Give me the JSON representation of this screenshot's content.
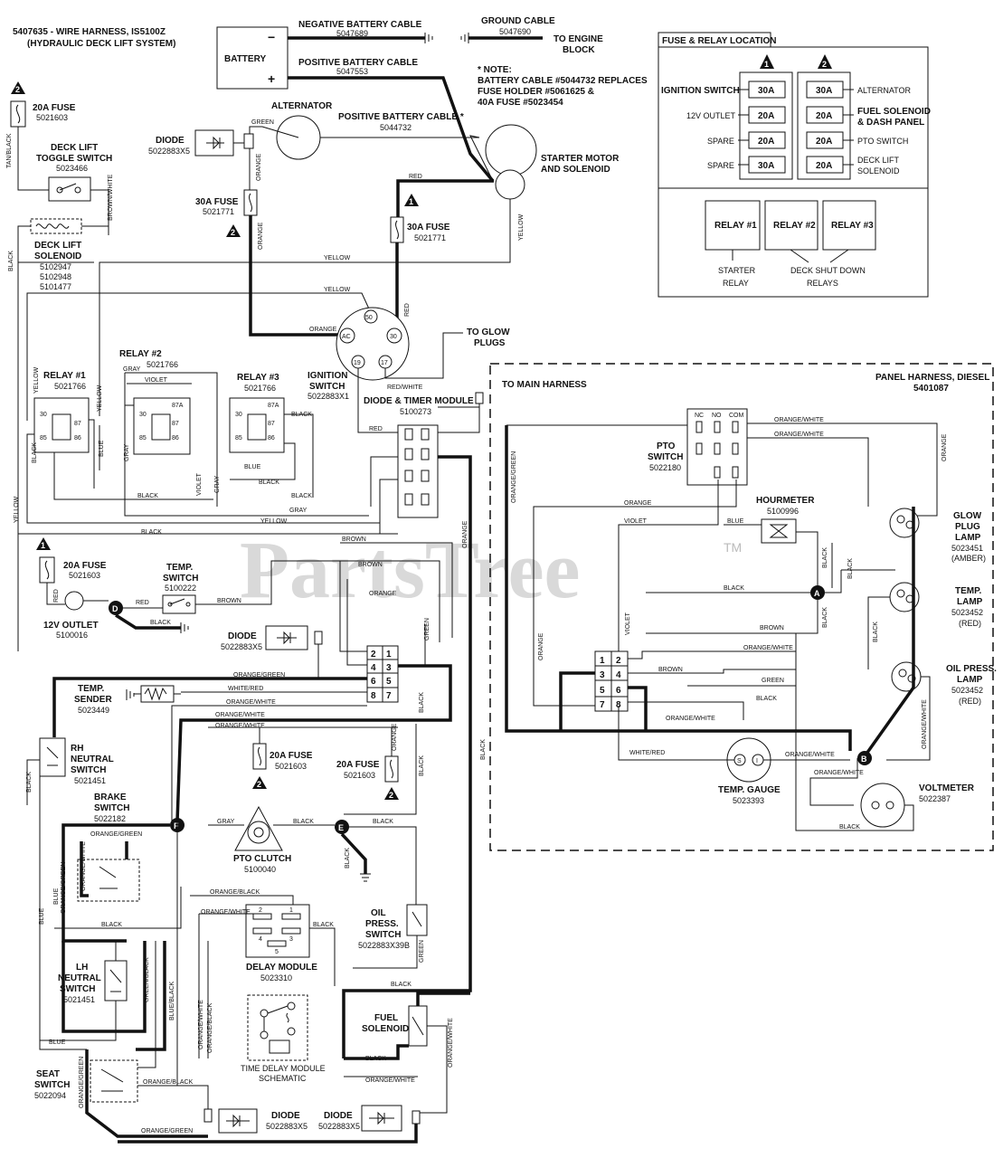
{
  "watermark": {
    "text": "PartsTree",
    "mark": "TM"
  },
  "header": {
    "title_line1": "5407635 - WIRE HARNESS, IS5100Z",
    "title_line2": "(HYDRAULIC DECK LIFT SYSTEM)"
  },
  "battery": {
    "label": "BATTERY",
    "minus": "−",
    "plus": "+"
  },
  "cables": [
    {
      "label": "NEGATIVE BATTERY CABLE",
      "part": "5047689"
    },
    {
      "label": "GROUND CABLE",
      "part": "5047690"
    },
    {
      "label": "POSITIVE BATTERY CABLE",
      "part": "5047553"
    },
    {
      "label": "POSITIVE BATTERY CABLE *",
      "part": "5044732"
    }
  ],
  "engine_block": "TO ENGINE BLOCK",
  "note": [
    "* NOTE:",
    "BATTERY CABLE #5044732 REPLACES",
    "FUSE HOLDER #5061625 &",
    "40A FUSE #5023454"
  ],
  "fuse_relay": {
    "title": "FUSE & RELAY LOCATION",
    "marker1": "1",
    "marker2": "2",
    "left_labels": [
      "IGNITION SWITCH",
      "12V OUTLET",
      "SPARE",
      "SPARE"
    ],
    "left_fuses": [
      "30A",
      "20A",
      "20A",
      "30A"
    ],
    "right_fuses": [
      "30A",
      "20A",
      "20A",
      "20A"
    ],
    "right_labels": [
      "ALTERNATOR",
      "FUEL SOLENOID",
      "& DASH PANEL",
      "PTO SWITCH",
      "DECK LIFT",
      "SOLENOID"
    ],
    "relays": [
      "RELAY #1",
      "RELAY #2",
      "RELAY #3"
    ],
    "relay_captions": [
      "STARTER",
      "RELAY",
      "DECK SHUT DOWN",
      "RELAYS"
    ]
  },
  "components": {
    "fuse_20a_top": {
      "label": "20A FUSE",
      "part": "5021603"
    },
    "deck_lift_toggle": {
      "label1": "DECK LIFT",
      "label2": "TOGGLE SWITCH",
      "part": "5023466"
    },
    "deck_lift_solenoid": {
      "label1": "DECK LIFT",
      "label2": "SOLENOID",
      "parts": [
        "5102947",
        "5102948",
        "5101477"
      ]
    },
    "diode_top": {
      "label": "DIODE",
      "part": "5022883X5"
    },
    "alternator": {
      "label": "ALTERNATOR"
    },
    "fuse_30a_left": {
      "label": "30A FUSE",
      "part": "5021771"
    },
    "fuse_30a_right": {
      "label": "30A FUSE",
      "part": "5021771"
    },
    "starter": {
      "label1": "STARTER MOTOR",
      "label2": "AND SOLENOID"
    },
    "ignition": {
      "label1": "IGNITION",
      "label2": "SWITCH",
      "part": "5022883X1",
      "terminals": [
        "50",
        "AC",
        "30",
        "19",
        "17"
      ]
    },
    "glow": {
      "label1": "TO GLOW",
      "label2": "PLUGS"
    },
    "relay1": {
      "label": "RELAY #1",
      "part": "5021766"
    },
    "relay2": {
      "label": "RELAY #2",
      "part": "5021766"
    },
    "relay3": {
      "label": "RELAY #3",
      "part": "5021766"
    },
    "relay_pins": [
      "87A",
      "87",
      "86",
      "85",
      "30"
    ],
    "diode_timer": {
      "label": "DIODE & TIMER MODULE",
      "part": "5100273"
    },
    "main_harness": "TO MAIN HARNESS",
    "fuse_20a_outlet": {
      "label": "20A FUSE",
      "part": "5021603"
    },
    "outlet": {
      "label": "12V OUTLET",
      "part": "5100016"
    },
    "temp_switch": {
      "label1": "TEMP.",
      "label2": "SWITCH",
      "part": "5100222"
    },
    "diode_mid": {
      "label": "DIODE",
      "part": "5022883X5"
    },
    "connector_pins": [
      "1",
      "2",
      "3",
      "4",
      "5",
      "6",
      "7",
      "8"
    ],
    "temp_sender": {
      "label1": "TEMP.",
      "label2": "SENDER",
      "part": "5023449"
    },
    "rh_neutral": {
      "label1": "RH",
      "label2": "NEUTRAL",
      "label3": "SWITCH",
      "part": "5021451"
    },
    "brake_switch": {
      "label1": "BRAKE",
      "label2": "SWITCH",
      "part": "5022182"
    },
    "fuse_20a_mid": {
      "label": "20A FUSE",
      "part": "5021603"
    },
    "fuse_20a_right": {
      "label": "20A FUSE",
      "part": "5021603"
    },
    "pto_clutch": {
      "label": "PTO CLUTCH",
      "part": "5100040"
    },
    "oil_switch": {
      "label1": "OIL",
      "label2": "PRESS.",
      "label3": "SWITCH",
      "part": "5022883X39B"
    },
    "lh_neutral": {
      "label1": "LH",
      "label2": "NEUTRAL",
      "label3": "SWITCH",
      "part": "5021451"
    },
    "delay_module": {
      "label": "DELAY MODULE",
      "part": "5023310",
      "pins": [
        "1",
        "2",
        "3",
        "4",
        "5"
      ]
    },
    "delay_schematic": {
      "label1": "TIME DELAY MODULE",
      "label2": "SCHEMATIC"
    },
    "fuel_solenoid": {
      "label1": "FUEL",
      "label2": "SOLENOID"
    },
    "seat_switch": {
      "label1": "SEAT",
      "label2": "SWITCH",
      "part": "5022094"
    },
    "diode_bot1": {
      "label": "DIODE",
      "part": "5022883X5"
    },
    "diode_bot2": {
      "label": "DIODE",
      "part": "5022883X5"
    }
  },
  "panel": {
    "title": "PANEL HARNESS, DIESEL",
    "part": "5401087",
    "pto_switch": {
      "label1": "PTO",
      "label2": "SWITCH",
      "part": "5022180",
      "pins": [
        "NC",
        "NO",
        "COM"
      ]
    },
    "hourmeter": {
      "label": "HOURMETER",
      "part": "5100996"
    },
    "glow_lamp": {
      "label1": "GLOW",
      "label2": "PLUG",
      "label3": "LAMP",
      "part": "5023451",
      "color": "(AMBER)"
    },
    "temp_lamp": {
      "label1": "TEMP.",
      "label2": "LAMP",
      "part": "5023452",
      "color": "(RED)"
    },
    "oil_lamp": {
      "label1": "OIL PRESS.",
      "label2": "LAMP",
      "part": "5023452",
      "color": "(RED)"
    },
    "temp_gauge": {
      "label": "TEMP. GAUGE",
      "part": "5023393"
    },
    "voltmeter": {
      "label": "VOLTMETER",
      "part": "5022387"
    },
    "nodes": [
      "A",
      "B"
    ]
  },
  "nodes": [
    "D",
    "F",
    "E"
  ],
  "wires": {
    "black": "BLACK",
    "red": "RED",
    "yellow": "YELLOW",
    "orange": "ORANGE",
    "green": "GREEN",
    "blue": "BLUE",
    "violet": "VIOLET",
    "gray": "GRAY",
    "brown": "BROWN",
    "tan_black": "TAN/BLACK",
    "brown_white": "BROWN/WHITE",
    "red_white": "RED/WHITE",
    "orange_green": "ORANGE/GREEN",
    "orange_white": "ORANGE/WHITE",
    "white_red": "WHITE/RED",
    "orange_black": "ORANGE/BLACK",
    "green_black": "GREEN/BLACK",
    "blue_black": "BLUE/BLACK"
  }
}
